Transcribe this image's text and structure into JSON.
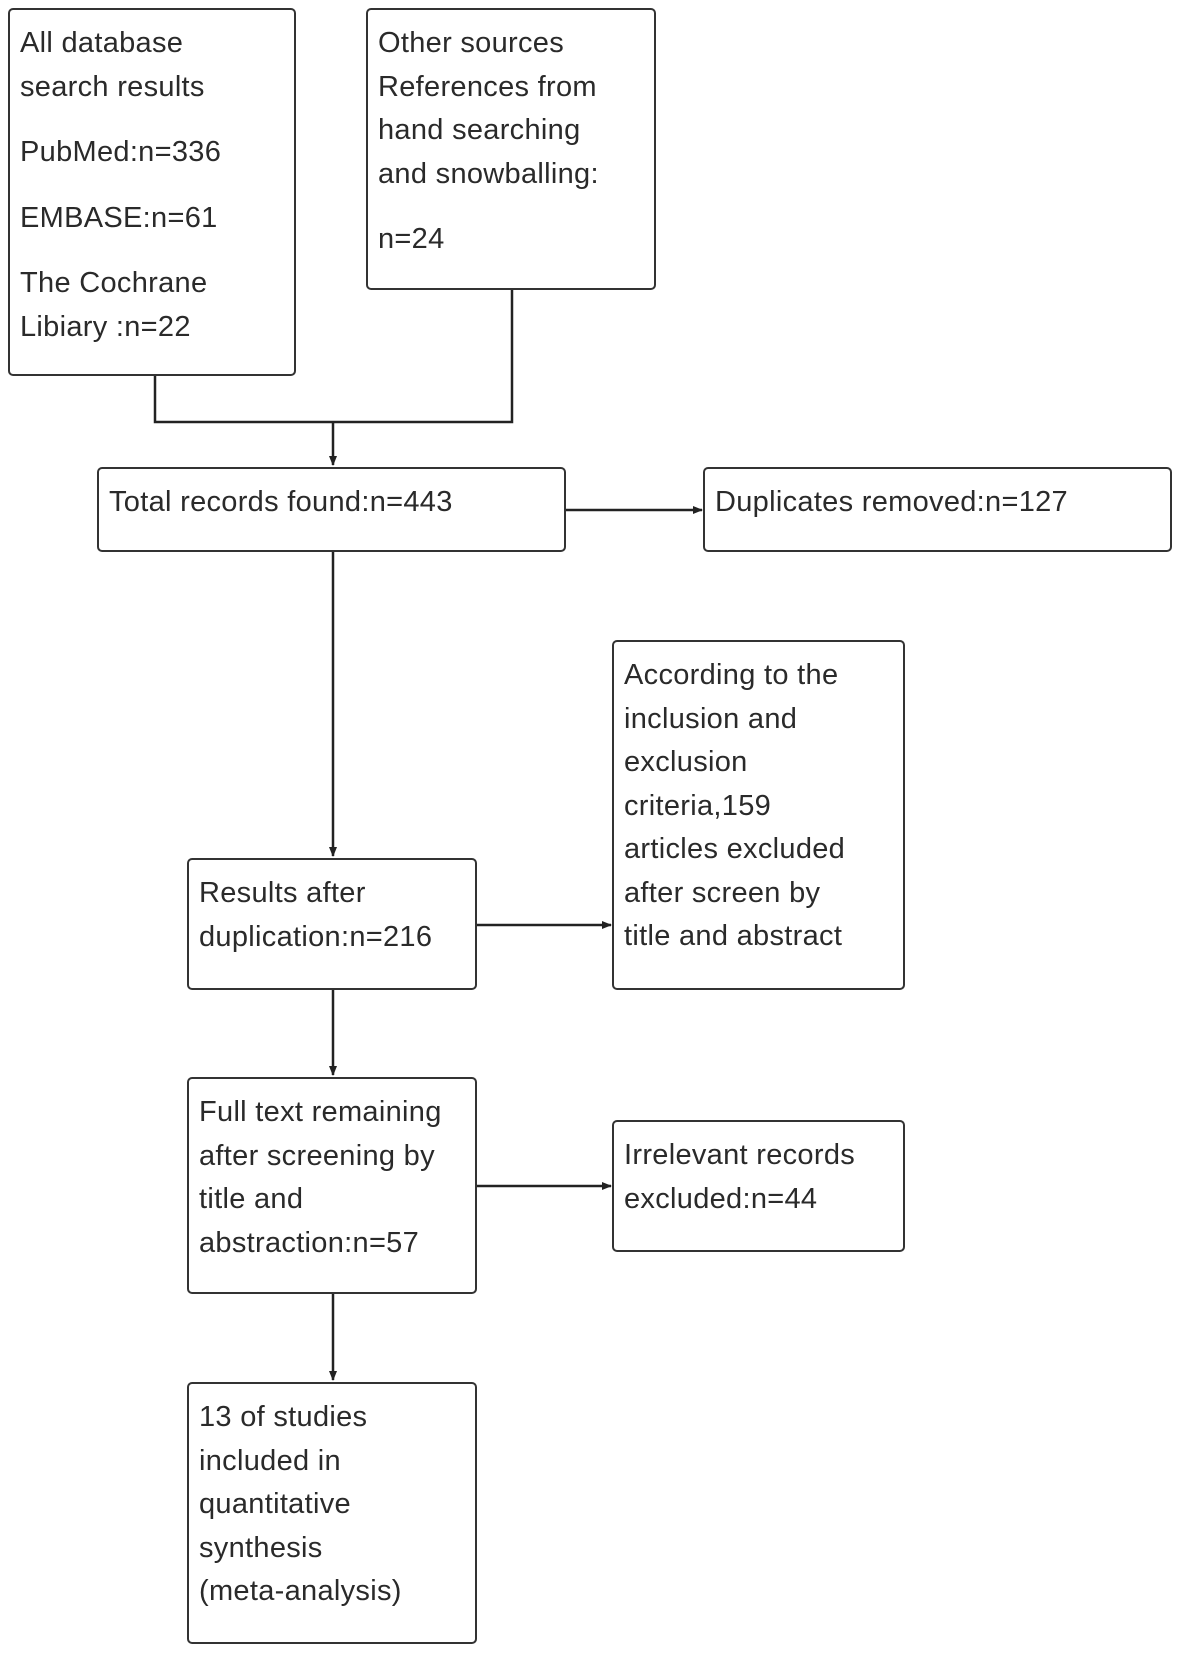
{
  "boxes": {
    "database": {
      "line1": "All database",
      "line2": "search results",
      "pubmed": "PubMed:n=336",
      "embase": "EMBASE:n=61",
      "cochrane1": "The Cochrane",
      "cochrane2": "Libiary :n=22"
    },
    "other": {
      "line1": "Other sources",
      "line2": "References from",
      "line3": "hand searching",
      "line4": "and snowballing:",
      "count": "n=24"
    },
    "total": {
      "text": "Total records found:n=443"
    },
    "duplicates": {
      "text": "Duplicates removed:n=127"
    },
    "after_dup": {
      "line1": "Results after",
      "line2": "duplication:n=216"
    },
    "criteria": {
      "line1": "According to the",
      "line2": "inclusion and",
      "line3": "exclusion",
      "line4": "criteria,159",
      "line5": "articles excluded",
      "line6": "after screen by",
      "line7": "title and abstract"
    },
    "fulltext": {
      "line1": "Full text remaining",
      "line2": "after screening by",
      "line3": "title and",
      "line4": "abstraction:n=57"
    },
    "irrelevant": {
      "line1": "Irrelevant records",
      "line2": "excluded:n=44"
    },
    "included": {
      "line1": "13 of studies",
      "line2": "included in",
      "line3": "quantitative",
      "line4": "synthesis",
      "line5": "(meta-analysis)"
    }
  },
  "colors": {
    "border": "#333333",
    "text": "#2a2a2a",
    "background": "#ffffff"
  }
}
